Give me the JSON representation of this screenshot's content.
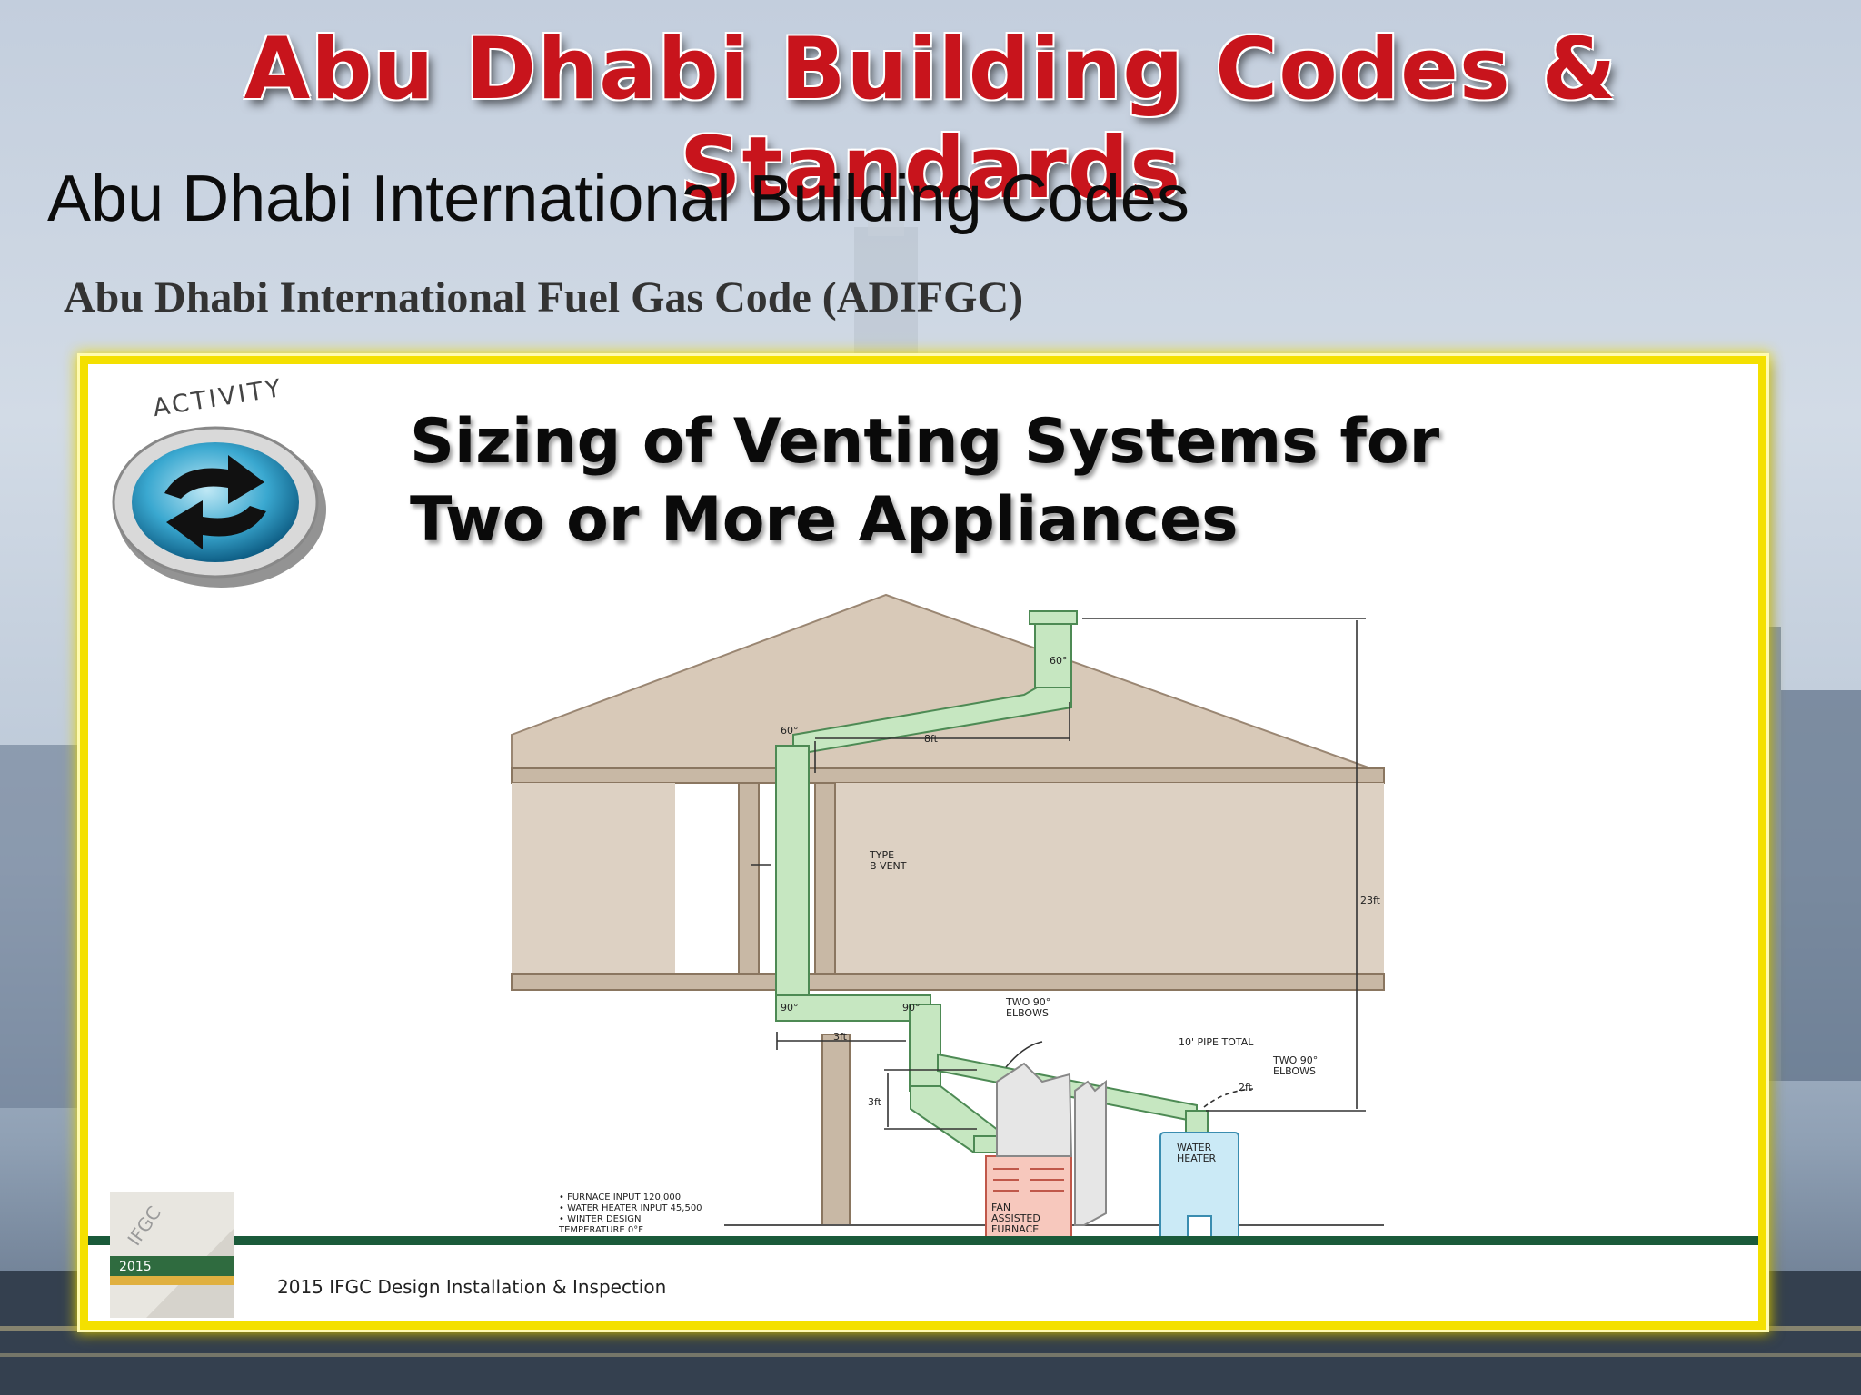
{
  "slide": {
    "title": "Abu Dhabi Building Codes & Standards",
    "subtitle": "Abu Dhabi International Building Codes",
    "code_name": "Abu Dhabi International Fuel Gas Code (ADIFGC)"
  },
  "image": {
    "badge_label": "ACTIVITY",
    "heading_line1": "Sizing of Venting Systems for",
    "heading_line2": "Two or More Appliances",
    "footer": "2015 IFGC Design Installation & Inspection",
    "book_year": "2015",
    "book_label": "IFGC",
    "diagram": {
      "elbow_top_right": "60°",
      "elbow_top_left": "60°",
      "horizontal_run": "8ft",
      "vent_label_1": "TYPE",
      "vent_label_2": "B VENT",
      "height": "23ft",
      "elbow_bottom_left": "90°",
      "elbow_bottom_mid": "90°",
      "two_elbows_1_line1": "TWO 90°",
      "two_elbows_1_line2": "ELBOWS",
      "pipe_total": "10' PIPE TOTAL",
      "two_elbows_2_line1": "TWO 90°",
      "two_elbows_2_line2": "ELBOWS",
      "dim_3ft_horizontal": "3ft",
      "dim_3ft_vertical": "3ft",
      "dim_2ft": "2ft",
      "water_heater_line1": "WATER",
      "water_heater_line2": "HEATER",
      "furnace_line1": "FAN",
      "furnace_line2": "ASSISTED",
      "furnace_line3": "FURNACE",
      "notes": [
        "• FURNACE INPUT 120,000",
        "• WATER HEATER INPUT 45,500",
        "• WINTER DESIGN",
        "  TEMPERATURE 0°F"
      ]
    }
  }
}
